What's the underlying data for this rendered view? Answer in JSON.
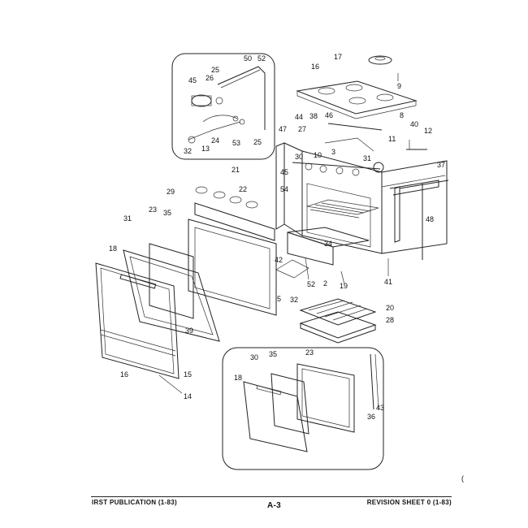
{
  "footer": {
    "left": "IRST PUBLICATION (1-83)",
    "center": "A-3",
    "right": "REVISION SHEET 0 (1-83)"
  },
  "callouts": {
    "c17": "17",
    "c16": "16",
    "c9": "9",
    "c8": "8",
    "c44": "44",
    "c38": "38",
    "c46": "46",
    "c47": "47",
    "c27": "27",
    "c11": "11",
    "c40": "40",
    "c12": "12",
    "c3a": "30",
    "c10": "10",
    "c3": "3",
    "c31a": "31",
    "c37": "37",
    "c45b": "45",
    "c54": "54",
    "c48": "48",
    "c34": "34",
    "c42": "42",
    "c41": "41",
    "c52b": "52",
    "c2": "2",
    "c19": "19",
    "c5": "5",
    "c32b": "32",
    "c20": "20",
    "c28": "28",
    "c21": "21",
    "c22": "22",
    "c29": "29",
    "c23": "23",
    "c35": "35",
    "c31": "31",
    "c18": "18",
    "c39": "39",
    "c16b": "16",
    "c15": "15",
    "c14": "14",
    "c30b": "30",
    "c35b": "35",
    "c23b": "23",
    "c18b": "18",
    "c43": "43",
    "c36": "36",
    "c50": "50",
    "c52": "52",
    "c25": "25",
    "c26": "26",
    "c45": "45",
    "c24": "24",
    "c13": "13",
    "c53": "53",
    "c25b": "25",
    "c32": "32"
  },
  "stray_mark": "("
}
